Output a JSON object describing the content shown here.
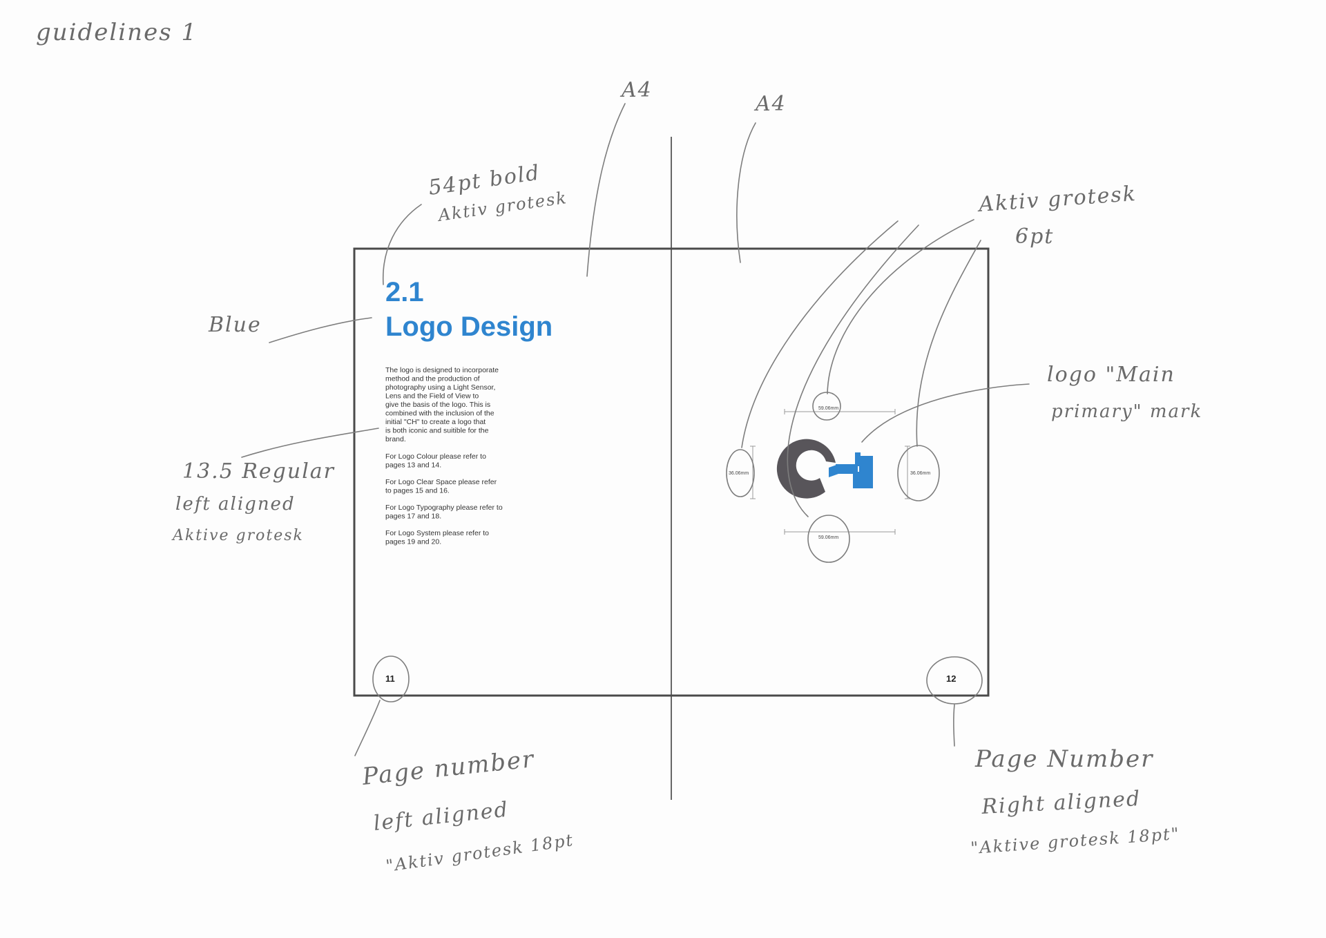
{
  "sheet_title": "guidelines 1",
  "annotations": {
    "a4_left": "A4",
    "a4_right": "A4",
    "title_font": [
      "54pt bold",
      "Aktiv grotesk"
    ],
    "blue": "Blue",
    "body_font": [
      "13.5 Regular",
      "left aligned",
      "Aktive grotesk"
    ],
    "dim_font": [
      "Aktiv grotesk",
      "6pt"
    ],
    "logo_label": [
      "logo \"Main",
      "primary\" mark"
    ],
    "page_left": [
      "Page number",
      "left aligned",
      "\"Aktiv grotesk 18pt"
    ],
    "page_right": [
      "Page Number",
      "Right aligned",
      "\"Aktive grotesk 18pt\""
    ]
  },
  "spread": {
    "section_number": "2.1",
    "section_title": "Logo Design",
    "body_lines": [
      "The logo is designed to incorporate",
      "method and the production of",
      "photography using a Light Sensor,",
      "Lens and the Field of View to",
      "give the basis of the logo. This is",
      "combined with the inclusion of the",
      "initial \"CH\" to create a logo that",
      "is both iconic and suitible for the",
      "brand."
    ],
    "refs": [
      [
        "For Logo Colour please refer to",
        "pages 13 and 14."
      ],
      [
        "For Logo Clear Space please refer",
        "to pages 15 and 16."
      ],
      [
        "For Logo Typography please refer to",
        "pages 17 and 18."
      ],
      [
        "For Logo System please refer to",
        "pages 19 and 20."
      ]
    ],
    "page_left": "11",
    "page_right": "12"
  },
  "dimensions": {
    "width_top": "59.06mm",
    "width_bottom": "59.06mm",
    "height_left": "36.06mm",
    "height_right": "36.06mm"
  },
  "colors": {
    "logo_blue": "#2f85cf",
    "logo_grey": "#58555a",
    "frame": "#4a4a4a"
  }
}
